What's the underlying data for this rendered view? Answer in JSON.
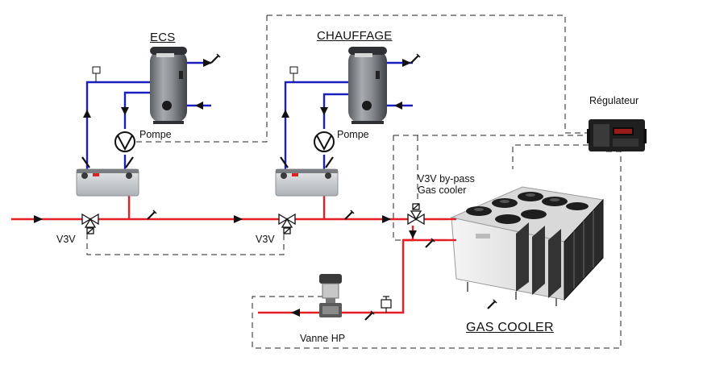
{
  "labels": {
    "ecs": "ECS",
    "chauffage": "CHAUFFAGE",
    "pompe_1": "Pompe",
    "pompe_2": "Pompe",
    "regulateur": "Régulateur",
    "v3v_bypass_line1": "V3V by-pass",
    "v3v_bypass_line2": "Gas cooler",
    "v3v_1": "V3V",
    "v3v_2": "V3V",
    "vanne_hp": "Vanne HP",
    "gas_cooler": "GAS COOLER"
  },
  "colors": {
    "hot_line": "#e31e24",
    "cold_line": "#1b1fbf",
    "control_line": "#222222",
    "tank_body": "#8a8d91",
    "exchanger_body": "#cfd2d6",
    "cooler_body": "#eeeeee",
    "fan_dark": "#1e1e1e"
  },
  "icons": [
    "temperature-sensor-icon",
    "pump-icon",
    "three-way-valve-icon",
    "flow-arrow-icon",
    "plate-heat-exchanger-icon",
    "hot-water-tank-icon",
    "controller-icon",
    "expansion-valve-icon",
    "pressure-sensor-icon"
  ]
}
